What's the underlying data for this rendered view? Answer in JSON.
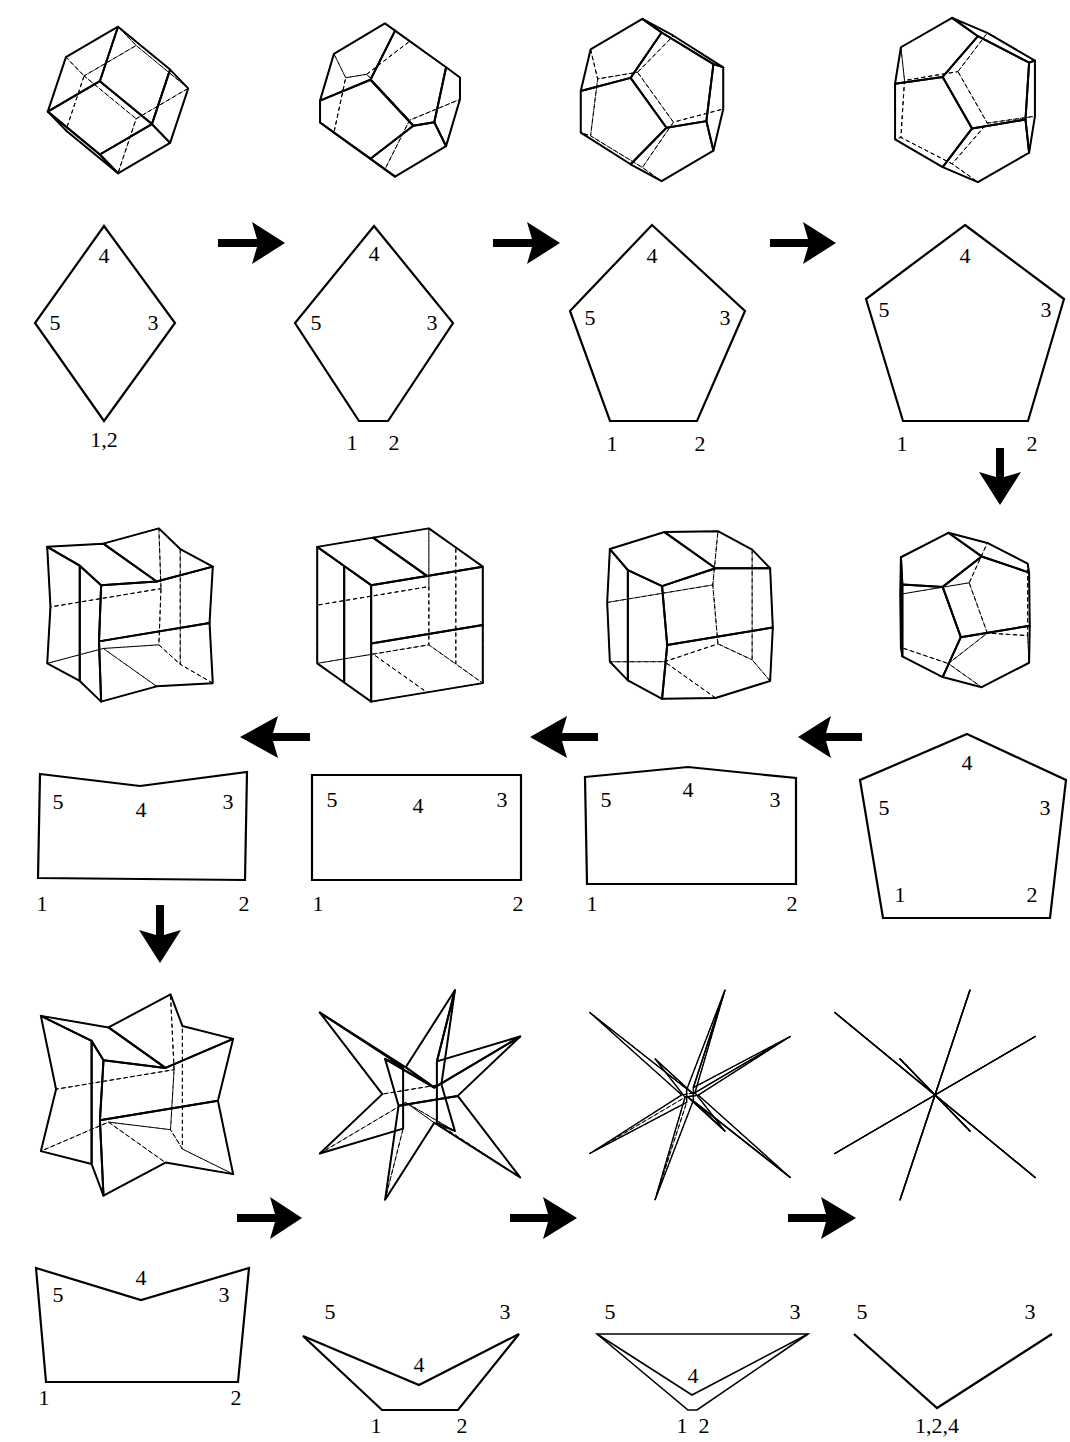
{
  "diagram": {
    "labels": [
      "4",
      "5",
      "3",
      "1,2",
      "4",
      "5",
      "3",
      "1",
      "2",
      "4",
      "5",
      "3",
      "1",
      "2",
      "4",
      "5",
      "3",
      "1",
      "2",
      "4",
      "5",
      "3",
      "1",
      "2",
      "5",
      "4",
      "3",
      "1",
      "2",
      "5",
      "4",
      "3",
      "1",
      "2",
      "5",
      "4",
      "3",
      "1",
      "2",
      "4",
      "5",
      "3",
      "1",
      "2",
      "5",
      "3",
      "4",
      "1",
      "2",
      "5",
      "3",
      "4",
      "1",
      "2",
      "5",
      "3",
      "1,2,4"
    ]
  }
}
